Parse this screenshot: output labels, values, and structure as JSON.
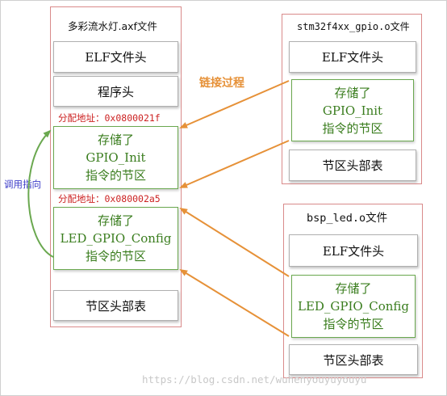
{
  "axf": {
    "title": "多彩流水灯.axf文件",
    "elf_header": "ELF文件头",
    "program_header": "程序头",
    "addr1": "分配地址：0x0800021f",
    "gpio_section": [
      "存储了",
      "GPIO_Init",
      "指令的节区"
    ],
    "addr2": "分配地址：0x080002a5",
    "led_section": [
      "存储了",
      "LED_GPIO_Config",
      "指令的节区"
    ],
    "section_table": "节区头部表"
  },
  "gpio_o": {
    "title": "stm32f4xx_gpio.o文件",
    "elf_header": "ELF文件头",
    "section": [
      "存储了",
      "GPIO_Init",
      "指令的节区"
    ],
    "section_table": "节区头部表"
  },
  "led_o": {
    "title": "bsp_led.o文件",
    "elf_header": "ELF文件头",
    "section": [
      "存储了",
      "LED_GPIO_Config",
      "指令的节区"
    ],
    "section_table": "节区头部表"
  },
  "labels": {
    "link_process": "链接过程",
    "call_pointer": "调用指向"
  },
  "watermark": "https://blog.csdn.net/wuhenyouyuyouyu",
  "colors": {
    "arrow_orange": "#e69138",
    "arrow_green": "#6aa84f",
    "frame": "#d98a8a"
  }
}
